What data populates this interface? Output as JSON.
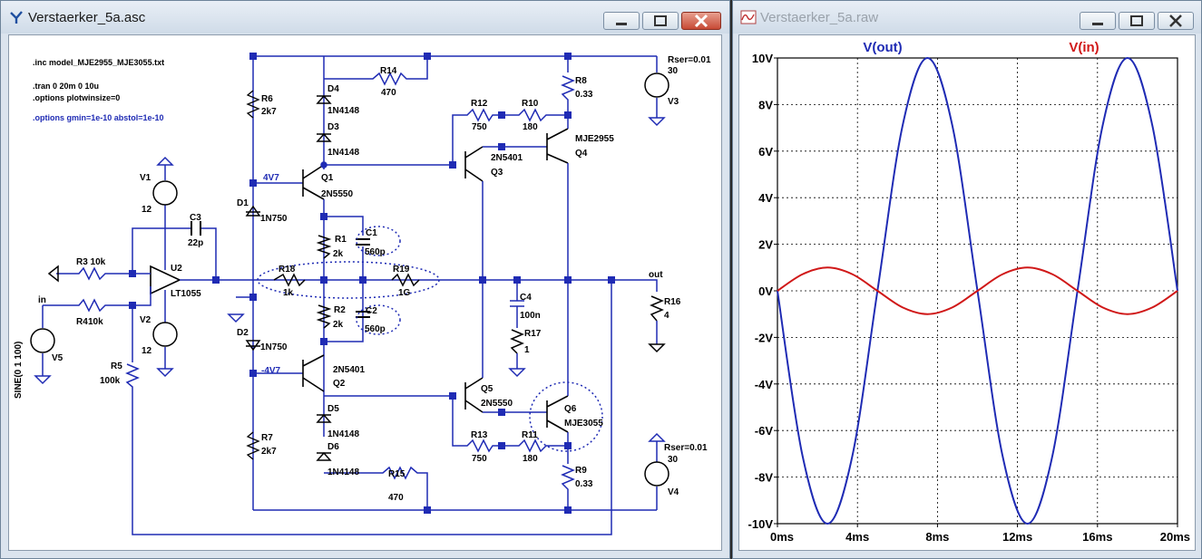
{
  "schematic_window": {
    "title": "Verstaerker_5a.asc",
    "directives": [
      ".inc model_MJE2955_MJE3055.txt",
      ".tran 0 20m 0 10u",
      ".options plotwinsize=0",
      ".options gmin=1e-10 abstol=1e-10"
    ],
    "labels": {
      "R14": "R14",
      "R14v": "470",
      "R6": "R6",
      "R6v": "2k7",
      "D4": "D4",
      "D3": "D3",
      "D3v": "1N4148",
      "D4v": "1N4148",
      "R8": "R8",
      "R8v": "0.33",
      "V3ser": "Rser=0.01",
      "V3v": "30",
      "V3": "V3",
      "R12": "R12",
      "R12v": "750",
      "R10": "R10",
      "R10v": "180",
      "Q4v": "MJE2955",
      "Q4": "Q4",
      "Q3v": "2N5401",
      "Q3": "Q3",
      "n4v7": "4V7",
      "Q1": "Q1",
      "Q1v": "2N5550",
      "V1": "V1",
      "V1v": "12",
      "D1": "D1",
      "D1v": "1N750",
      "C3": "C3",
      "C3v": "22p",
      "R1": "R1",
      "R1v": "2k",
      "C1": "C1",
      "C1v": "560p",
      "R3": "R3 10k",
      "U2": "U2",
      "U2v": "LT1055",
      "R18": "R18",
      "R18v": "1k",
      "R19": "R19",
      "R19v": "1G",
      "out": "out",
      "R16": "R16",
      "R16v": "4",
      "C4": "C4",
      "C4v": "100n",
      "in": "in",
      "R4": "R4",
      "R4v": "10k",
      "R2": "R2",
      "R2v": "2k",
      "C2": "C2",
      "C2v": "560p",
      "R17": "R17",
      "R17v": "1",
      "V2": "V2",
      "V2v": "12",
      "D2": "D2",
      "D2v": "1N750",
      "sine": "SINE(0 1 100)",
      "V5": "V5",
      "R5": "R5",
      "R5v": "100k",
      "n4v7neg": "-4V7",
      "Q2v": "2N5401",
      "Q2": "Q2",
      "Q5": "Q5",
      "Q5v": "2N5550",
      "Q6": "Q6",
      "Q6v": "MJE3055",
      "D5": "D5",
      "D5v": "1N4148",
      "D6": "D6",
      "D6v": "1N4148",
      "R13": "R13",
      "R13v": "750",
      "R11": "R11",
      "R11v": "180",
      "V4ser": "Rser=0.01",
      "V4v": "30",
      "V4": "V4",
      "R7": "R7",
      "R7v": "2k7",
      "R9": "R9",
      "R9v": "0.33",
      "R15": "R15",
      "R15v": "470"
    }
  },
  "plot_window": {
    "title": "Verstaerker_5a.raw",
    "colors": {
      "out": "#1f2bb4",
      "in": "#d01818",
      "grid": "#000000"
    }
  },
  "chart_data": {
    "type": "line",
    "xlabel": "",
    "ylabel": "",
    "x_ticks": [
      "0ms",
      "4ms",
      "8ms",
      "12ms",
      "16ms",
      "20ms"
    ],
    "y_ticks": [
      "10V",
      "8V",
      "6V",
      "4V",
      "2V",
      "0V",
      "-2V",
      "-4V",
      "-6V",
      "-8V",
      "-10V"
    ],
    "xlim": [
      0,
      20
    ],
    "ylim": [
      -10,
      10
    ],
    "grid": true,
    "legend": "top",
    "series": [
      {
        "name": "V(out)",
        "x": [
          0,
          1.25,
          2.5,
          3.75,
          5,
          6.25,
          7.5,
          8.75,
          10,
          11.25,
          12.5,
          13.75,
          15,
          16.25,
          17.5,
          18.75,
          20
        ],
        "values": [
          0,
          -7.07,
          -10,
          -7.07,
          0,
          7.07,
          10,
          7.07,
          0,
          -7.07,
          -10,
          -7.07,
          0,
          7.07,
          10,
          7.07,
          0
        ]
      },
      {
        "name": "V(in)",
        "x": [
          0,
          1.25,
          2.5,
          3.75,
          5,
          6.25,
          7.5,
          8.75,
          10,
          11.25,
          12.5,
          13.75,
          15,
          16.25,
          17.5,
          18.75,
          20
        ],
        "values": [
          0,
          0.71,
          1,
          0.71,
          0,
          -0.71,
          -1,
          -0.71,
          0,
          0.71,
          1,
          0.71,
          0,
          -0.71,
          -1,
          -0.71,
          0
        ]
      }
    ]
  }
}
